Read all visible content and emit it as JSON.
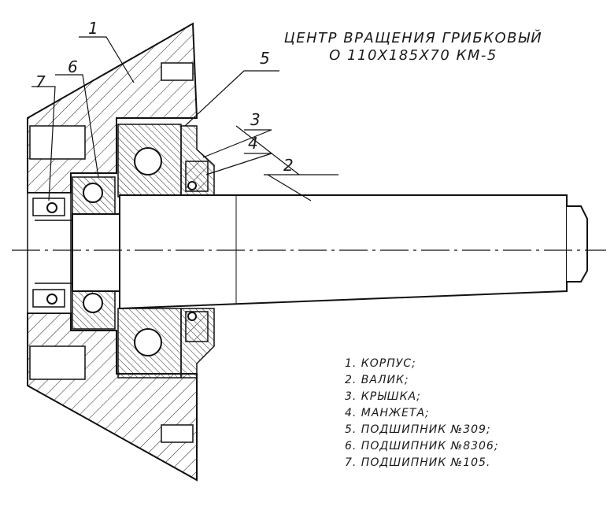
{
  "title": {
    "line1": "ЦЕНТР ВРАЩЕНИЯ ГРИБКОВЫЙ",
    "line2": "О 110Х185Х70 КМ-5"
  },
  "callouts": [
    "1",
    "2",
    "3",
    "4",
    "5",
    "6",
    "7"
  ],
  "legend": [
    "1. КОРПУС;",
    "2. ВАЛИК;",
    "3. КРЫШКА;",
    "4. МАНЖЕТА;",
    "5. ПОДШИПНИК №309;",
    "6. ПОДШИПНИК №8306;",
    "7. ПОДШИПНИК №105."
  ]
}
